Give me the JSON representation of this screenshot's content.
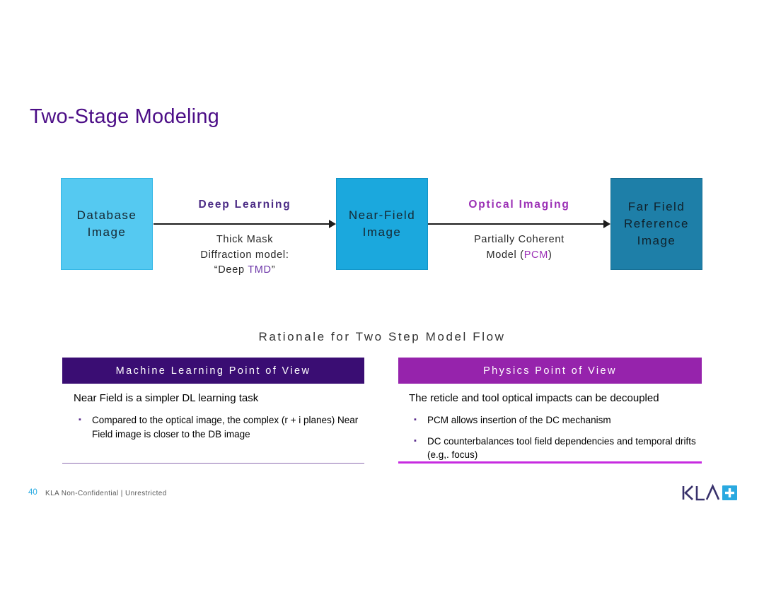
{
  "slide": {
    "title": "Two-Stage Modeling"
  },
  "diagram": {
    "boxes": [
      {
        "label": "Database\nImage"
      },
      {
        "label": "Near-Field\nImage"
      },
      {
        "label": "Far Field\nReference\nImage"
      }
    ],
    "stages": [
      {
        "title": "Deep Learning",
        "caption_lines": "Thick Mask\nDiffraction model:",
        "caption_pre": "“Deep ",
        "caption_highlight": "TMD",
        "caption_post": "”"
      },
      {
        "title": "Optical Imaging",
        "caption_lines": "Partially Coherent",
        "caption_pre": "Model (",
        "caption_highlight": "PCM",
        "caption_post": ")"
      }
    ]
  },
  "rationale": {
    "heading": "Rationale for Two Step Model Flow",
    "bullet_marker": "▪",
    "columns": [
      {
        "header": "Machine Learning Point of View",
        "lead": "Near Field is a simpler DL learning task",
        "bullets": [
          "Compared to the optical image, the complex (r + i planes) Near Field image is closer to the DB image"
        ]
      },
      {
        "header": "Physics Point of View",
        "lead": "The reticle and tool optical impacts can be decoupled",
        "bullets": [
          "PCM allows insertion of the DC mechanism",
          "DC counterbalances tool field dependencies and temporal drifts (e.g,. focus)"
        ]
      }
    ]
  },
  "footer": {
    "page_number": "40",
    "classification": "KLA Non-Confidential | Unrestricted"
  },
  "colors": {
    "title_purple": "#4C0E87",
    "box_light_blue": "#55C9F1",
    "box_azure": "#1BA8DD",
    "box_teal": "#1E7FA8",
    "deep_learning_purple": "#4B2B85",
    "optical_imaging_purple": "#9B2FB5",
    "ml_header_bg": "#3A0D73",
    "physics_header_bg": "#9623AC",
    "page_number_blue": "#29ABE2",
    "logo_navy": "#38316B",
    "logo_square_blue": "#2AA9E0"
  }
}
